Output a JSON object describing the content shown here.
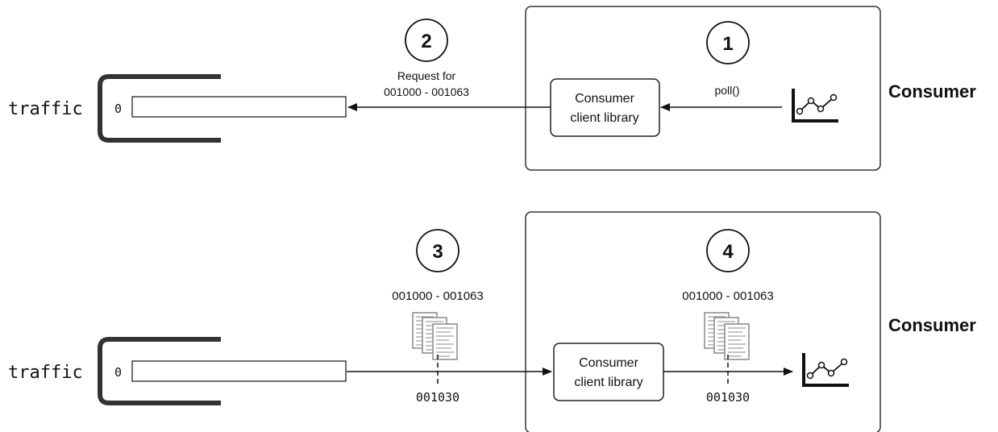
{
  "panel1": {
    "topic_label": "traffic",
    "partition_index": "0",
    "step_badge": "1",
    "request_badge": "2",
    "request_line1": "Request for",
    "request_line2": "001000 - 001063",
    "poll_label": "poll()",
    "client_line1": "Consumer",
    "client_line2": "client library",
    "consumer_label": "Consumer"
  },
  "panel2": {
    "topic_label": "traffic",
    "partition_index": "0",
    "step_badge_left": "3",
    "step_badge_right": "4",
    "range_left": "001000 - 001063",
    "range_right": "001000 - 001063",
    "offset_left": "001030",
    "offset_right": "001030",
    "client_line1": "Consumer",
    "client_line2": "client library",
    "consumer_label": "Consumer"
  },
  "icons": {
    "chart": "line-chart-icon",
    "records": "binary-records-icon"
  },
  "colors": {
    "stroke": "#111111",
    "box_border": "#333333",
    "record_gray": "#888888"
  }
}
